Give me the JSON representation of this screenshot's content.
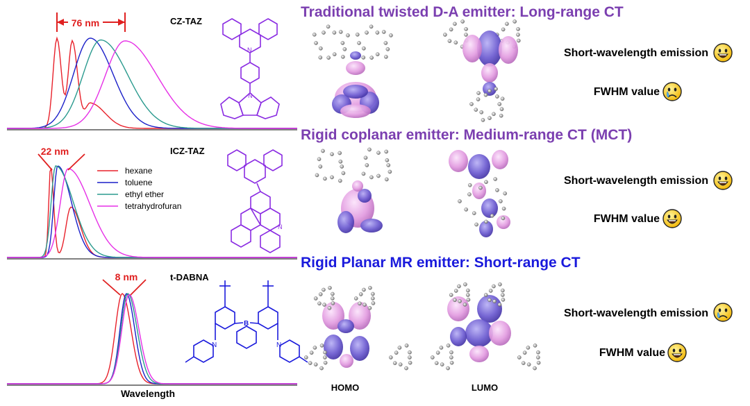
{
  "spectra": {
    "xlabel": "Wavelength",
    "panels": [
      {
        "molecule": "CZ-TAZ",
        "fwhm": "76 nm"
      },
      {
        "molecule": "ICZ-TAZ",
        "fwhm": "22 nm"
      },
      {
        "molecule": "t-DABNA",
        "fwhm": "8 nm"
      }
    ],
    "legend": [
      {
        "name": "hexane",
        "color": "#e8202a"
      },
      {
        "name": "toluene",
        "color": "#1a1fc8"
      },
      {
        "name": "ethyl ether",
        "color": "#2a9a8e"
      },
      {
        "name": "tetrahydrofuran",
        "color": "#e62fe6"
      }
    ]
  },
  "rows": [
    {
      "title": "Traditional twisted D-A emitter: Long-range CT",
      "title_color": "#7b3fb0",
      "emission": "Short-wavelength emission",
      "emission_face": "happy",
      "fwhm": "FWHM value",
      "fwhm_face": "sad"
    },
    {
      "title": "Rigid coplanar emitter: Medium-range CT (MCT)",
      "title_color": "#7b3fb0",
      "emission": "Short-wavelength emission",
      "emission_face": "happy",
      "fwhm": "FWHM value",
      "fwhm_face": "happy"
    },
    {
      "title": "Rigid Planar MR emitter:  Short-range CT",
      "title_color": "#1a1adc",
      "emission": "Short-wavelength emission",
      "emission_face": "sad",
      "fwhm": "FWHM value",
      "fwhm_face": "happy"
    }
  ],
  "orbitals": {
    "homo": "HOMO",
    "lumo": "LUMO"
  },
  "structure_labels": {
    "boron": "B",
    "nitrogen": "N"
  },
  "colors": {
    "purple": "#8a2be2",
    "orbital_pos": "#e9a8e6",
    "orbital_neg": "#6a5acd",
    "red": "#e02020"
  }
}
